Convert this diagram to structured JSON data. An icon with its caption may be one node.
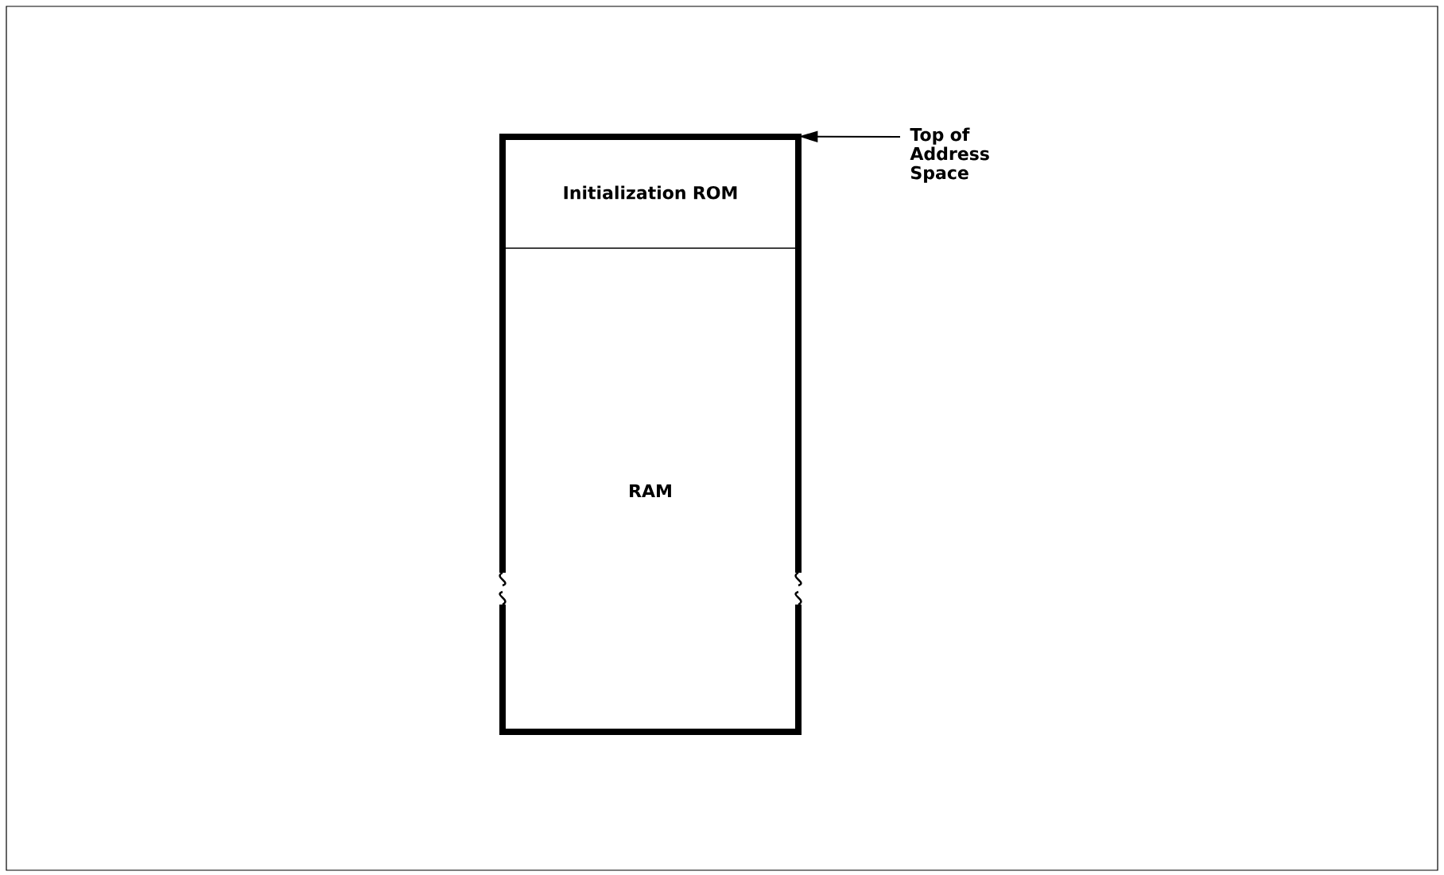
{
  "diagram": {
    "nodes": [
      {
        "text": [
          "Initialization ROM"
        ]
      },
      {
        "text": [
          "RAM"
        ]
      },
      {
        "text": [
          "Top of Address Space"
        ]
      }
    ],
    "edges": [
      {
        "from": 2,
        "to": 0,
        "arrow": "to"
      }
    ]
  }
}
